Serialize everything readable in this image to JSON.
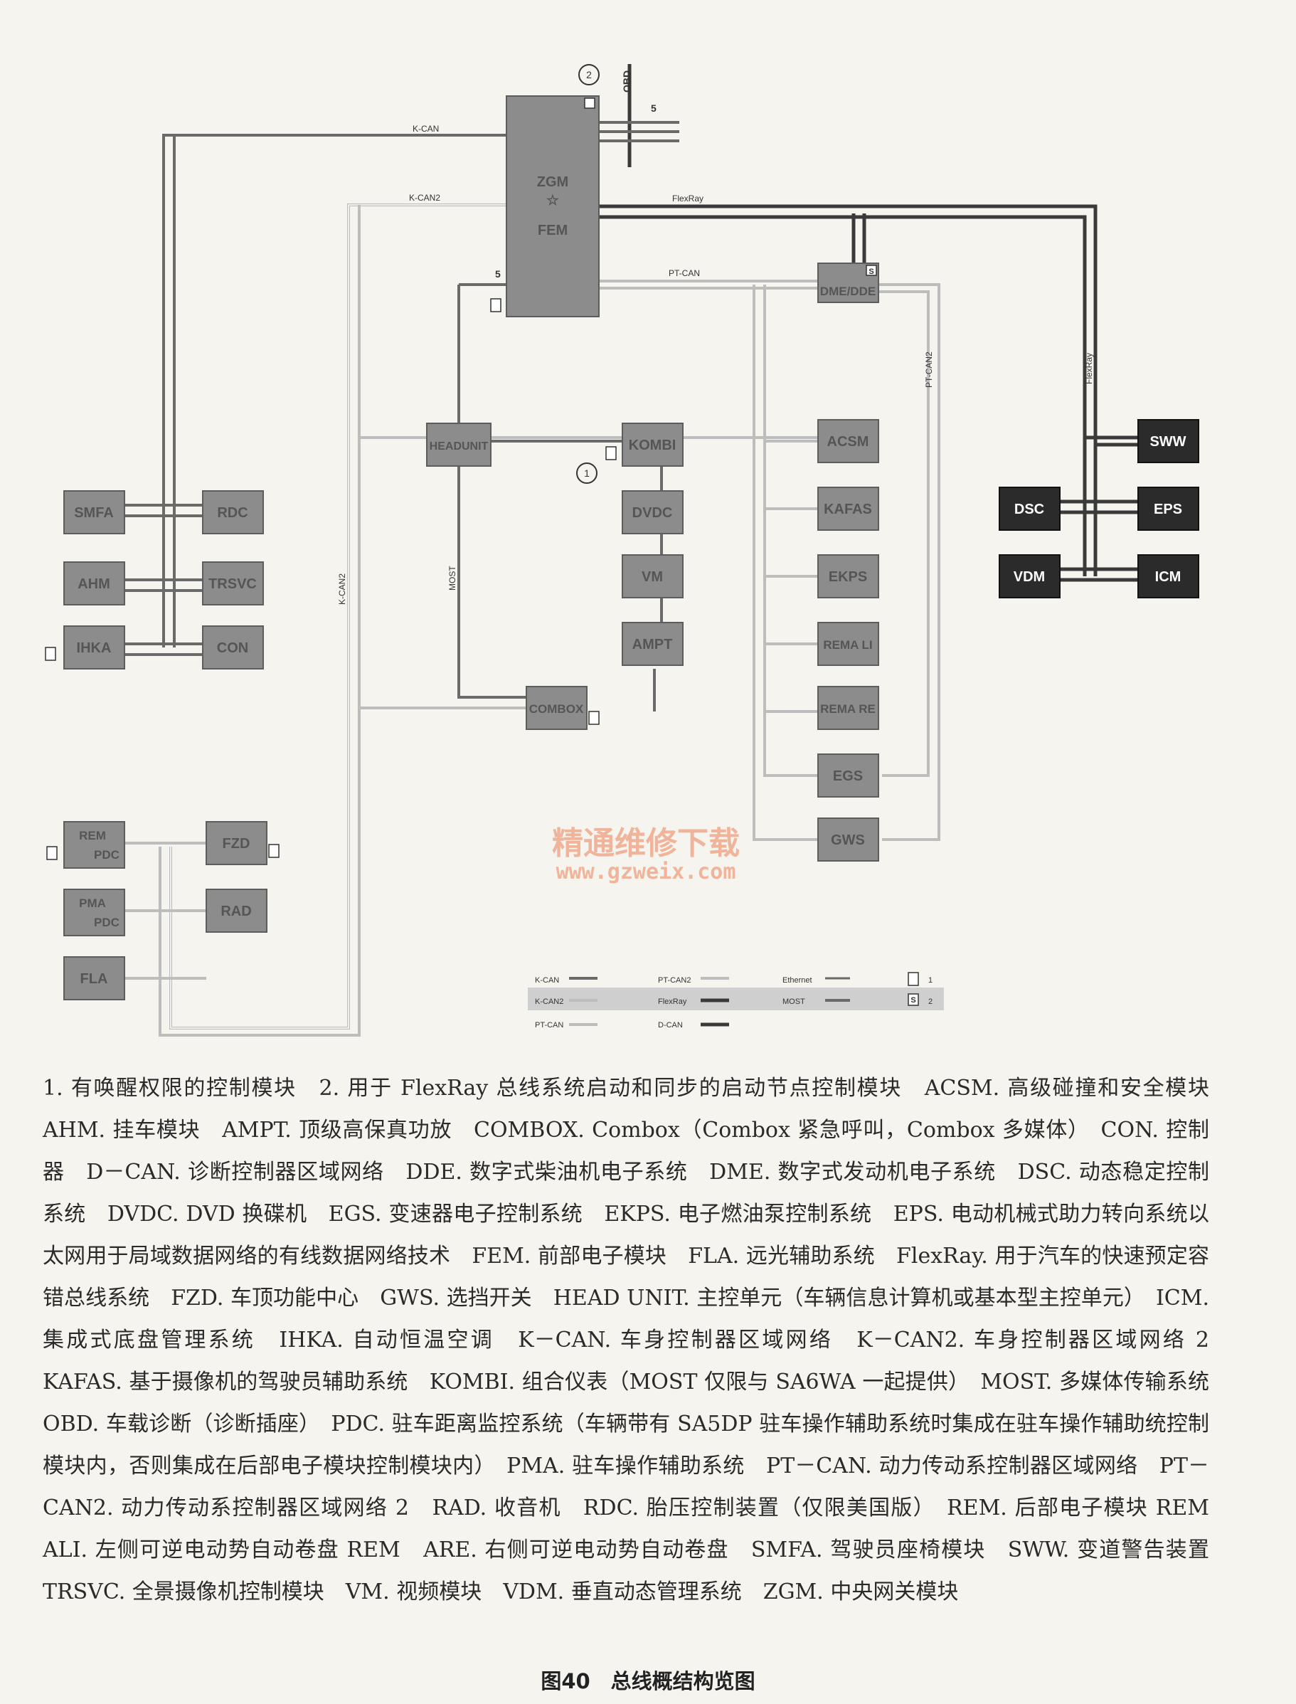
{
  "modules": {
    "zgm": "ZGM",
    "fem": "FEM",
    "dme_dde": "DME/DDE",
    "headunit": "HEADUNIT",
    "kombi": "KOMBI",
    "dvdc": "DVDC",
    "vm": "VM",
    "ampt": "AMPT",
    "combox": "COMBOX",
    "acsm": "ACSM",
    "kafas": "KAFAS",
    "ekps": "EKPS",
    "rema_li": "REMA LI",
    "rema_re": "REMA RE",
    "egs": "EGS",
    "gws": "GWS",
    "smfa": "SMFA",
    "rdc": "RDC",
    "ahm": "AHM",
    "trsvc": "TRSVC",
    "ihka": "IHKA",
    "con": "CON",
    "rem": "REM",
    "pdc1": "PDC",
    "fzd": "FZD",
    "pma": "PMA",
    "pdc2": "PDC",
    "rad": "RAD",
    "fla": "FLA",
    "sww": "SWW",
    "dsc": "DSC",
    "eps": "EPS",
    "vdm": "VDM",
    "icm": "ICM"
  },
  "bus_labels": {
    "k_can": "K-CAN",
    "k_can2": "K-CAN2",
    "flexray": "FlexRay",
    "pt_can": "PT-CAN",
    "pt_can2": "PT-CAN2",
    "flexray_v": "FlexRay",
    "k_can2_v": "K-CAN2",
    "most_v": "MOST",
    "obd": "OBD"
  },
  "markers": {
    "num_2": "2",
    "num_1": "1",
    "five_a": "5",
    "five_b": "5",
    "s_badge": "S"
  },
  "legend": {
    "k_can": "K-CAN",
    "k_can2": "K-CAN2",
    "pt_can": "PT-CAN",
    "pt_can2": "PT-CAN2",
    "flexray": "FlexRay",
    "d_can": "D-CAN",
    "ethernet": "Ethernet",
    "most": "MOST",
    "one": "1",
    "two": "2",
    "s": "S"
  },
  "watermark": {
    "line1": "精通维修下载",
    "line2": "www.gzweix.com"
  },
  "caption": "1. 有唤醒权限的控制模块　2. 用于 FlexRay 总线系统启动和同步的启动节点控制模块　ACSM. 高级碰撞和安全模块　AHM. 挂车模块　AMPT. 顶级高保真功放　COMBOX. Combox（Combox 紧急呼叫，Combox 多媒体）　CON. 控制器　D－CAN. 诊断控制器区域网络　DDE. 数字式柴油机电子系统　DME. 数字式发动机电子系统　DSC. 动态稳定控制系统　DVDC. DVD 换碟机　EGS. 变速器电子控制系统　EKPS. 电子燃油泵控制系统　EPS. 电动机械式助力转向系统以太网用于局域数据网络的有线数据网络技术　FEM. 前部电子模块　FLA. 远光辅助系统　FlexRay. 用于汽车的快速预定容错总线系统　FZD. 车顶功能中心　GWS. 选挡开关　HEAD UNIT. 主控单元（车辆信息计算机或基本型主控单元）　ICM. 集成式底盘管理系统　IHKA. 自动恒温空调　K－CAN. 车身控制器区域网络　K－CAN2. 车身控制器区域网络 2　KAFAS. 基于摄像机的驾驶员辅助系统　KOMBI. 组合仪表（MOST 仅限与 SA6WA 一起提供）　MOST. 多媒体传输系统　OBD. 车载诊断（诊断插座）　PDC. 驻车距离监控系统（车辆带有 SA5DP 驻车操作辅助系统时集成在驻车操作辅助统控制模块内，否则集成在后部电子模块控制模块内）　PMA. 驻车操作辅助系统　PT－CAN. 动力传动系控制器区域网络　PT－CAN2. 动力传动系控制器区域网络 2　RAD. 收音机　RDC. 胎压控制装置（仅限美国版）　REM. 后部电子模块 REM　ALI. 左侧可逆电动势自动卷盘 REM　ARE. 右侧可逆电动势自动卷盘　SMFA. 驾驶员座椅模块　SWW. 变道警告装置　TRSVC. 全景摄像机控制模块　VM. 视频模块　VDM. 垂直动态管理系统　ZGM. 中央网关模块",
  "figure_title": "图40　总线概结构览图"
}
